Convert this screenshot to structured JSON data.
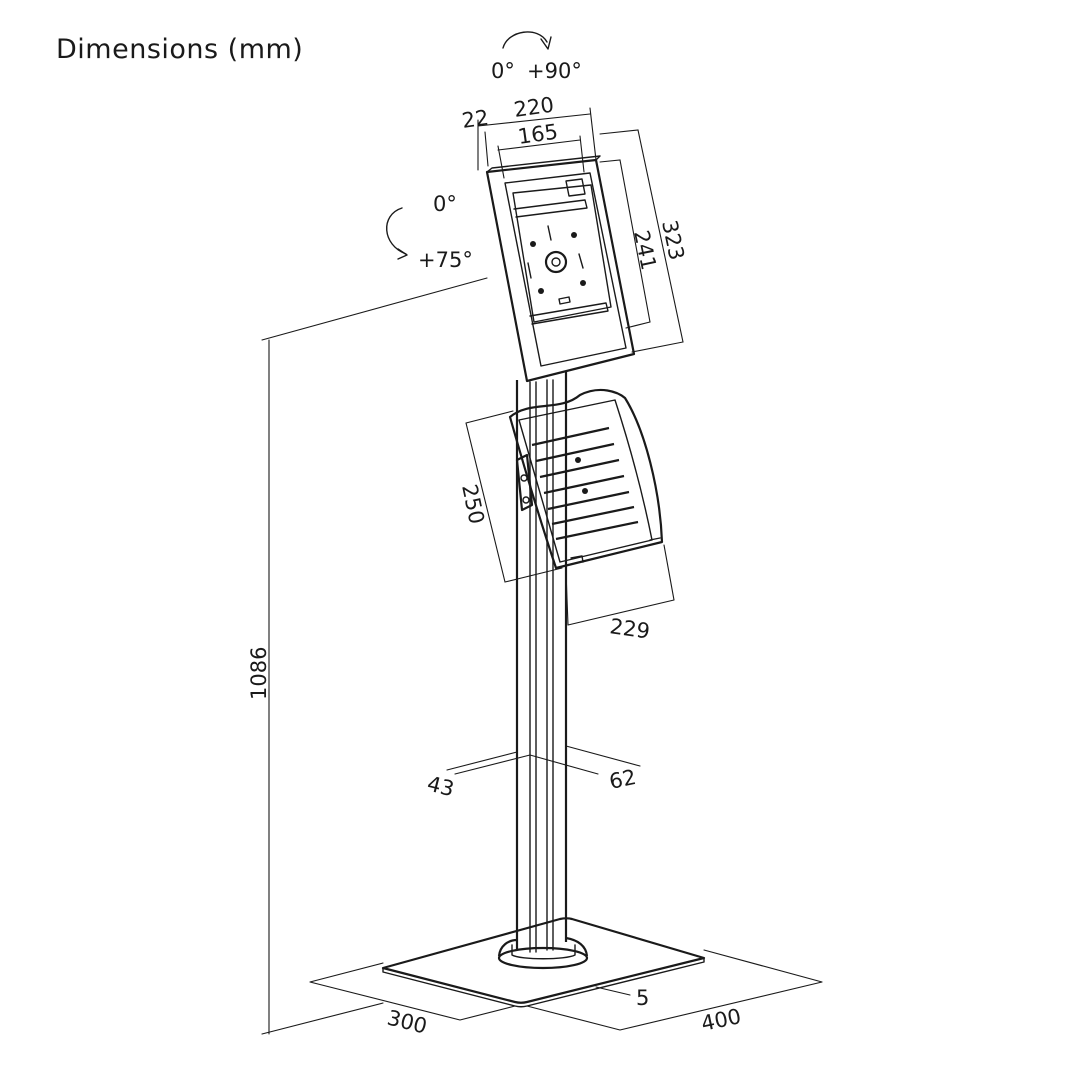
{
  "title": "Dimensions (mm)",
  "rotation": {
    "horizontal_start": "0°",
    "horizontal_end": "+90°",
    "tilt_start": "0°",
    "tilt_end": "+75°"
  },
  "dimensions": {
    "frame_offset": "22",
    "frame_width": "220",
    "plate_width": "165",
    "frame_height": "323",
    "plate_height": "241",
    "tray_height": "250",
    "tray_width": "229",
    "total_height": "1086",
    "column_depth": "43",
    "column_width": "62",
    "base_depth": "300",
    "base_width": "400",
    "base_thickness": "5"
  },
  "colors": {
    "ink": "#1a1a1a",
    "background": "#ffffff"
  }
}
